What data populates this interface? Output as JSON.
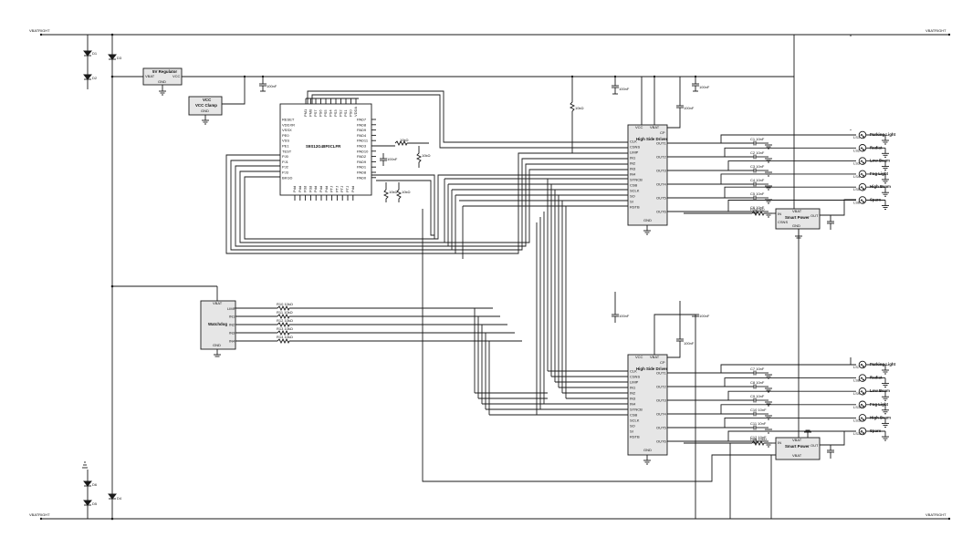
{
  "rails": {
    "top_left": "VBATRIGHT",
    "top_right": "VBATRIGHT",
    "bottom_left": "VBATRIGHT",
    "bottom_right": "VBATRIGHT"
  },
  "regulator": {
    "title": "5V Regulator",
    "vbat": "VBAT",
    "vcc": "VCC",
    "gnd": "GND"
  },
  "clamp": {
    "vcc": "VCC",
    "title": "VCC Clamp",
    "gnd": "GND"
  },
  "mcu": {
    "part": "S9S12G48F0CLFR",
    "left_pins": [
      "RESET",
      "VDDXR",
      "VSSX",
      "PE0",
      "VSS",
      "PE1",
      "TEST",
      "PJ0",
      "PJ1",
      "PJ2",
      "PJ3",
      "BKGD"
    ],
    "right_pins": [
      "PAD7",
      "PAD8",
      "PAD9",
      "PAD4",
      "PAD11",
      "PAD3",
      "PAD10",
      "PAD2",
      "PAD9",
      "PAD1",
      "PAD8",
      "PAD0"
    ],
    "top_pins": [
      "PM1",
      "PM0",
      "PS7",
      "PS6",
      "PS5",
      "PS4",
      "PS3",
      "PS2",
      "PS1",
      "PS0",
      "VDDA"
    ],
    "bottom_pins": [
      "Pdd",
      "Pdd",
      "Pdd",
      "Pdd",
      "Pdd",
      "Pdd",
      "Pdd",
      "PTJ",
      "PTJ",
      "PTJ",
      "PTJ",
      "Pdd"
    ]
  },
  "driver": {
    "title": "High Side Driver",
    "vcc": "VCC",
    "vbat": "VBAT",
    "cp": "CP",
    "gnd": "GND",
    "inputs": [
      "CLK",
      "CSNS",
      "LIMP",
      "IN1",
      "IN2",
      "IN3",
      "IN4",
      "SYNCB",
      "CSB",
      "SCLK",
      "SO",
      "SI",
      "RSTB"
    ],
    "outputs": [
      "OUT1",
      "OUT2",
      "OUT3",
      "OUT4",
      "OUT5",
      "OUT6"
    ]
  },
  "smartpower": {
    "title": "Smart Power",
    "vbat": "VBAT",
    "in": "IN",
    "out": "OUT",
    "csns": "CSNS",
    "gnd": "GND"
  },
  "watchdog": {
    "title": "Watchdog",
    "vbat": "VBAT",
    "limp": "LIMP",
    "pins": [
      "IN1",
      "IN2",
      "IN3",
      "IN4"
    ],
    "gnd": "GND"
  },
  "loads": {
    "top": [
      {
        "ref": "LS1",
        "name": "Parking Light"
      },
      {
        "ref": "LS2",
        "name": "Radiat"
      },
      {
        "ref": "LS3",
        "name": "Low Beam"
      },
      {
        "ref": "LS4",
        "name": "Fog Light"
      },
      {
        "ref": "LS5",
        "name": "High Beam"
      },
      {
        "ref": "LS6",
        "name": "Spare"
      }
    ],
    "bottom": [
      {
        "ref": "LS7",
        "name": "Parking Light"
      },
      {
        "ref": "LS8",
        "name": "Radiat"
      },
      {
        "ref": "LS9",
        "name": "Low Beam"
      },
      {
        "ref": "LS10",
        "name": "Fog Light"
      },
      {
        "ref": "LS11",
        "name": "High Beam"
      },
      {
        "ref": "LS12",
        "name": "Spare"
      }
    ]
  },
  "cap_values": {
    "out": "10nF",
    "bulk": "100nF"
  },
  "diodes": {
    "d1": "D1",
    "d2": "D2",
    "d3": "D3",
    "d4": "D4",
    "d5": "D5",
    "d6": "D6"
  },
  "resistor_value": "10kΩ"
}
